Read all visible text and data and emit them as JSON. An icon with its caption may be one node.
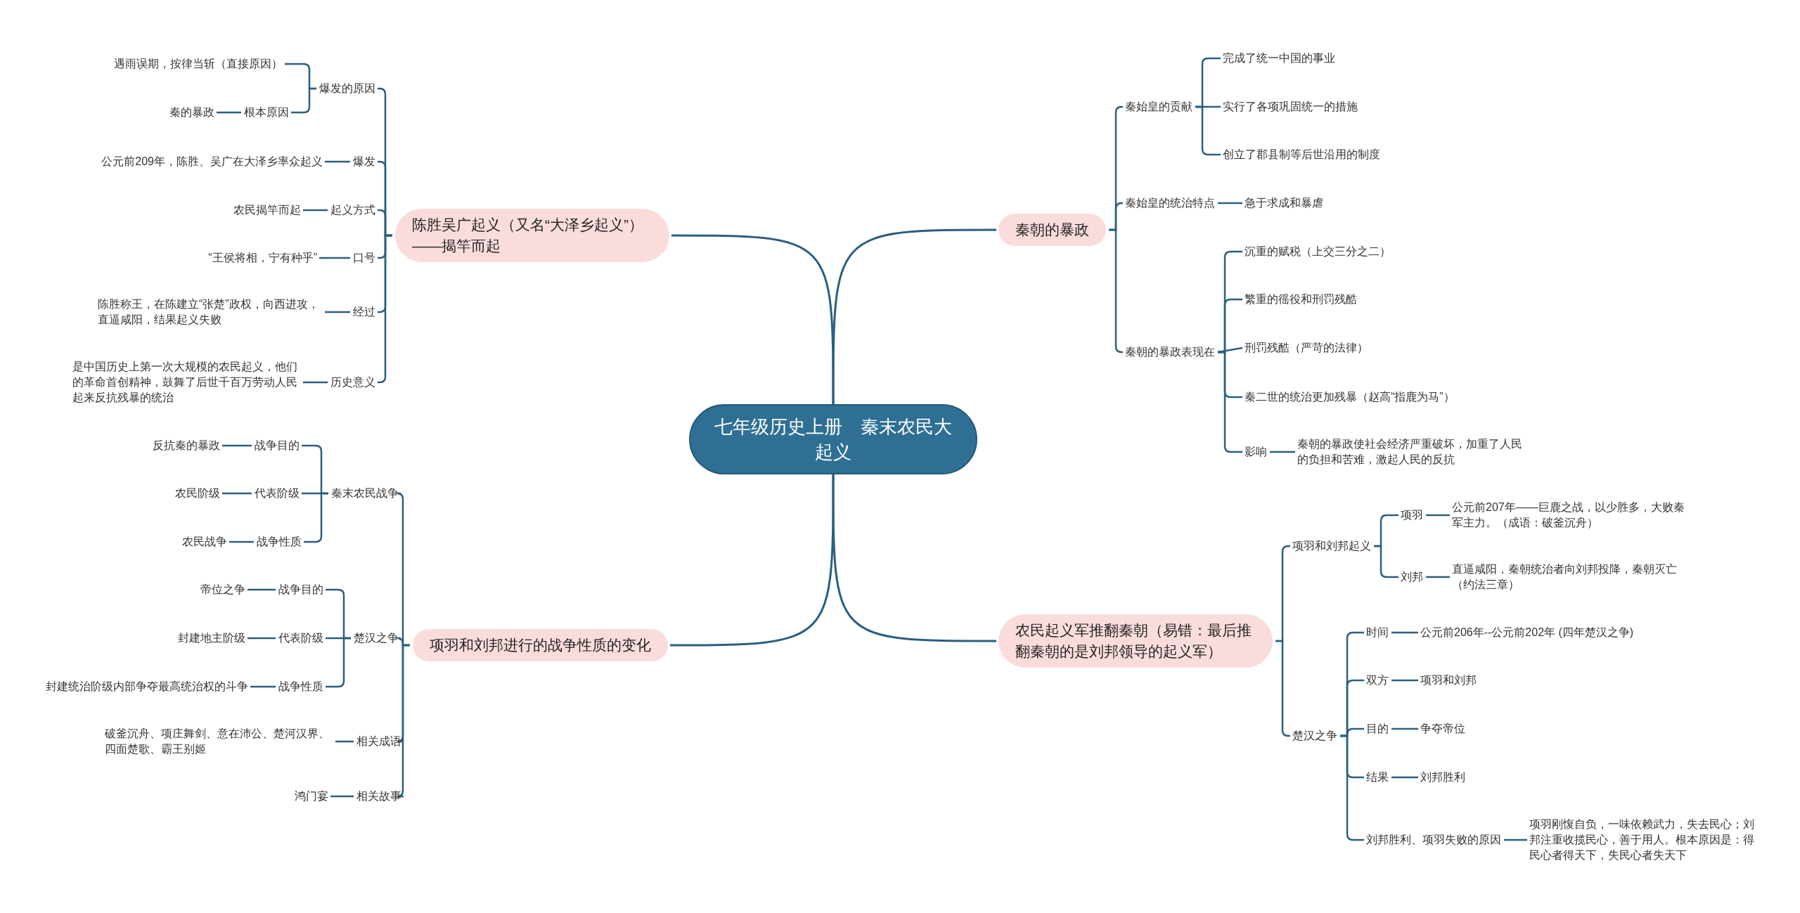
{
  "diagram": {
    "nodes": [
      {
        "text": [
          "七年级历史上册　秦末农民大起义"
        ]
      },
      {
        "text": [
          "秦朝的暴政"
        ]
      },
      {
        "text": [
          "秦始皇的贡献"
        ]
      },
      {
        "text": [
          "完成了统一中国的事业"
        ]
      },
      {
        "text": [
          "实行了各项巩固统一的措施"
        ]
      },
      {
        "text": [
          "创立了郡县制等后世沿用的制度"
        ]
      },
      {
        "text": [
          "秦始皇的统治特点"
        ]
      },
      {
        "text": [
          "急于求成和暴虐"
        ]
      },
      {
        "text": [
          "秦朝的暴政表现在"
        ]
      },
      {
        "text": [
          "沉重的赋税（上交三分之二）"
        ]
      },
      {
        "text": [
          "繁重的徭役和刑罚残酷"
        ]
      },
      {
        "text": [
          "刑罚残酷（严苛的法律）"
        ]
      },
      {
        "text": [
          "秦二世的统治更加残暴（赵高“指鹿为马”）"
        ]
      },
      {
        "text": [
          "影响"
        ]
      },
      {
        "text": [
          "秦朝的暴政使社会经济严重破坏，加重了人民的负担和苦难，激起人民的反抗"
        ]
      },
      {
        "text": [
          "农民起义军推翻秦朝（易错：最后推翻秦朝的是刘邦领导的起义军）"
        ]
      },
      {
        "text": [
          "项羽和刘邦起义"
        ]
      },
      {
        "text": [
          "项羽"
        ]
      },
      {
        "text": [
          "公元前207年——巨鹿之战，以少胜多，大败秦军主力。（成语：破釜沉舟）"
        ]
      },
      {
        "text": [
          "刘邦"
        ]
      },
      {
        "text": [
          "直逼咸阳，秦朝统治者向刘邦投降，秦朝灭亡（约法三章）"
        ]
      },
      {
        "text": [
          "楚汉之争"
        ]
      },
      {
        "text": [
          "时间"
        ]
      },
      {
        "text": [
          "公元前206年--公元前202年 (四年楚汉之争)"
        ]
      },
      {
        "text": [
          "双方"
        ]
      },
      {
        "text": [
          "项羽和刘邦"
        ]
      },
      {
        "text": [
          "目的"
        ]
      },
      {
        "text": [
          "争夺帝位"
        ]
      },
      {
        "text": [
          "结果"
        ]
      },
      {
        "text": [
          "刘邦胜利"
        ]
      },
      {
        "text": [
          "刘邦胜利、项羽失败的原因"
        ]
      },
      {
        "text": [
          "项羽刚愎自负，一味依赖武力，失去民心；刘邦注重收揽民心，善于用人。根本原因是：得民心者得天下，失民心者失天下"
        ]
      },
      {
        "text": [
          "陈胜吴广起义（又名“大泽乡起义”）——揭竿而起"
        ]
      },
      {
        "text": [
          "爆发的原因"
        ]
      },
      {
        "text": [
          "遇雨误期，按律当斩（直接原因）"
        ]
      },
      {
        "text": [
          "根本原因"
        ]
      },
      {
        "text": [
          "秦的暴政"
        ]
      },
      {
        "text": [
          "爆发"
        ]
      },
      {
        "text": [
          "公元前209年，陈胜、吴广在大泽乡率众起义"
        ]
      },
      {
        "text": [
          "起义方式"
        ]
      },
      {
        "text": [
          "农民揭竿而起"
        ]
      },
      {
        "text": [
          "口号"
        ]
      },
      {
        "text": [
          "“王侯将相，宁有种乎”"
        ]
      },
      {
        "text": [
          "经过"
        ]
      },
      {
        "text": [
          "陈胜称王，在陈建立“张楚”政权，向西进攻，直逼咸阳，结果起义失败"
        ]
      },
      {
        "text": [
          "历史意义"
        ]
      },
      {
        "text": [
          "是中国历史上第一次大规模的农民起义，他们的革命首创精神，鼓舞了后世千百万劳动人民起来反抗残暴的统治"
        ]
      },
      {
        "text": [
          "项羽和刘邦进行的战争性质的变化"
        ]
      },
      {
        "text": [
          "秦末农民战争"
        ]
      },
      {
        "text": [
          "战争目的"
        ]
      },
      {
        "text": [
          "反抗秦的暴政"
        ]
      },
      {
        "text": [
          "代表阶级"
        ]
      },
      {
        "text": [
          "农民阶级"
        ]
      },
      {
        "text": [
          "战争性质"
        ]
      },
      {
        "text": [
          "农民战争"
        ]
      },
      {
        "text": [
          "楚汉之争"
        ]
      },
      {
        "text": [
          "战争目的"
        ]
      },
      {
        "text": [
          "帝位之争"
        ]
      },
      {
        "text": [
          "代表阶级"
        ]
      },
      {
        "text": [
          "封建地主阶级"
        ]
      },
      {
        "text": [
          "战争性质"
        ]
      },
      {
        "text": [
          "封建统治阶级内部争夺最高统治权的斗争"
        ]
      },
      {
        "text": [
          "相关成语"
        ]
      },
      {
        "text": [
          "破釜沉舟、项庄舞剑、意在沛公、楚河汉界、四面楚歌、霸王别姬"
        ]
      },
      {
        "text": [
          "相关故事"
        ]
      },
      {
        "text": [
          "鸿门宴"
        ]
      }
    ],
    "edges": [
      {
        "from": 0,
        "to": 1,
        "arrow": "none"
      },
      {
        "from": 1,
        "to": 2,
        "arrow": "none"
      },
      {
        "from": 2,
        "to": 3,
        "arrow": "none"
      },
      {
        "from": 2,
        "to": 4,
        "arrow": "none"
      },
      {
        "from": 2,
        "to": 5,
        "arrow": "none"
      },
      {
        "from": 1,
        "to": 6,
        "arrow": "none"
      },
      {
        "from": 6,
        "to": 7,
        "arrow": "none"
      },
      {
        "from": 1,
        "to": 8,
        "arrow": "none"
      },
      {
        "from": 8,
        "to": 9,
        "arrow": "none"
      },
      {
        "from": 8,
        "to": 10,
        "arrow": "none"
      },
      {
        "from": 8,
        "to": 11,
        "arrow": "none"
      },
      {
        "from": 8,
        "to": 12,
        "arrow": "none"
      },
      {
        "from": 8,
        "to": 13,
        "arrow": "none"
      },
      {
        "from": 13,
        "to": 14,
        "arrow": "none"
      },
      {
        "from": 0,
        "to": 15,
        "arrow": "none"
      },
      {
        "from": 15,
        "to": 16,
        "arrow": "none"
      },
      {
        "from": 16,
        "to": 17,
        "arrow": "none"
      },
      {
        "from": 17,
        "to": 18,
        "arrow": "none"
      },
      {
        "from": 16,
        "to": 19,
        "arrow": "none"
      },
      {
        "from": 19,
        "to": 20,
        "arrow": "none"
      },
      {
        "from": 15,
        "to": 21,
        "arrow": "none"
      },
      {
        "from": 21,
        "to": 22,
        "arrow": "none"
      },
      {
        "from": 22,
        "to": 23,
        "arrow": "none"
      },
      {
        "from": 21,
        "to": 24,
        "arrow": "none"
      },
      {
        "from": 24,
        "to": 25,
        "arrow": "none"
      },
      {
        "from": 21,
        "to": 26,
        "arrow": "none"
      },
      {
        "from": 26,
        "to": 27,
        "arrow": "none"
      },
      {
        "from": 21,
        "to": 28,
        "arrow": "none"
      },
      {
        "from": 28,
        "to": 29,
        "arrow": "none"
      },
      {
        "from": 21,
        "to": 30,
        "arrow": "none"
      },
      {
        "from": 30,
        "to": 31,
        "arrow": "none"
      },
      {
        "from": 0,
        "to": 32,
        "arrow": "none"
      },
      {
        "from": 32,
        "to": 33,
        "arrow": "none"
      },
      {
        "from": 33,
        "to": 34,
        "arrow": "none"
      },
      {
        "from": 33,
        "to": 35,
        "arrow": "none"
      },
      {
        "from": 35,
        "to": 36,
        "arrow": "none"
      },
      {
        "from": 32,
        "to": 37,
        "arrow": "none"
      },
      {
        "from": 37,
        "to": 38,
        "arrow": "none"
      },
      {
        "from": 32,
        "to": 39,
        "arrow": "none"
      },
      {
        "from": 39,
        "to": 40,
        "arrow": "none"
      },
      {
        "from": 32,
        "to": 41,
        "arrow": "none"
      },
      {
        "from": 41,
        "to": 42,
        "arrow": "none"
      },
      {
        "from": 32,
        "to": 43,
        "arrow": "none"
      },
      {
        "from": 43,
        "to": 44,
        "arrow": "none"
      },
      {
        "from": 32,
        "to": 45,
        "arrow": "none"
      },
      {
        "from": 45,
        "to": 46,
        "arrow": "none"
      },
      {
        "from": 0,
        "to": 47,
        "arrow": "none"
      },
      {
        "from": 47,
        "to": 48,
        "arrow": "none"
      },
      {
        "from": 48,
        "to": 49,
        "arrow": "none"
      },
      {
        "from": 49,
        "to": 50,
        "arrow": "none"
      },
      {
        "from": 48,
        "to": 51,
        "arrow": "none"
      },
      {
        "from": 51,
        "to": 52,
        "arrow": "none"
      },
      {
        "from": 48,
        "to": 53,
        "arrow": "none"
      },
      {
        "from": 53,
        "to": 54,
        "arrow": "none"
      },
      {
        "from": 47,
        "to": 55,
        "arrow": "none"
      },
      {
        "from": 55,
        "to": 56,
        "arrow": "none"
      },
      {
        "from": 56,
        "to": 57,
        "arrow": "none"
      },
      {
        "from": 55,
        "to": 58,
        "arrow": "none"
      },
      {
        "from": 58,
        "to": 59,
        "arrow": "none"
      },
      {
        "from": 55,
        "to": 60,
        "arrow": "none"
      },
      {
        "from": 60,
        "to": 61,
        "arrow": "none"
      },
      {
        "from": 47,
        "to": 62,
        "arrow": "none"
      },
      {
        "from": 62,
        "to": 63,
        "arrow": "none"
      },
      {
        "from": 47,
        "to": 64,
        "arrow": "none"
      },
      {
        "from": 64,
        "to": 65,
        "arrow": "none"
      }
    ]
  }
}
